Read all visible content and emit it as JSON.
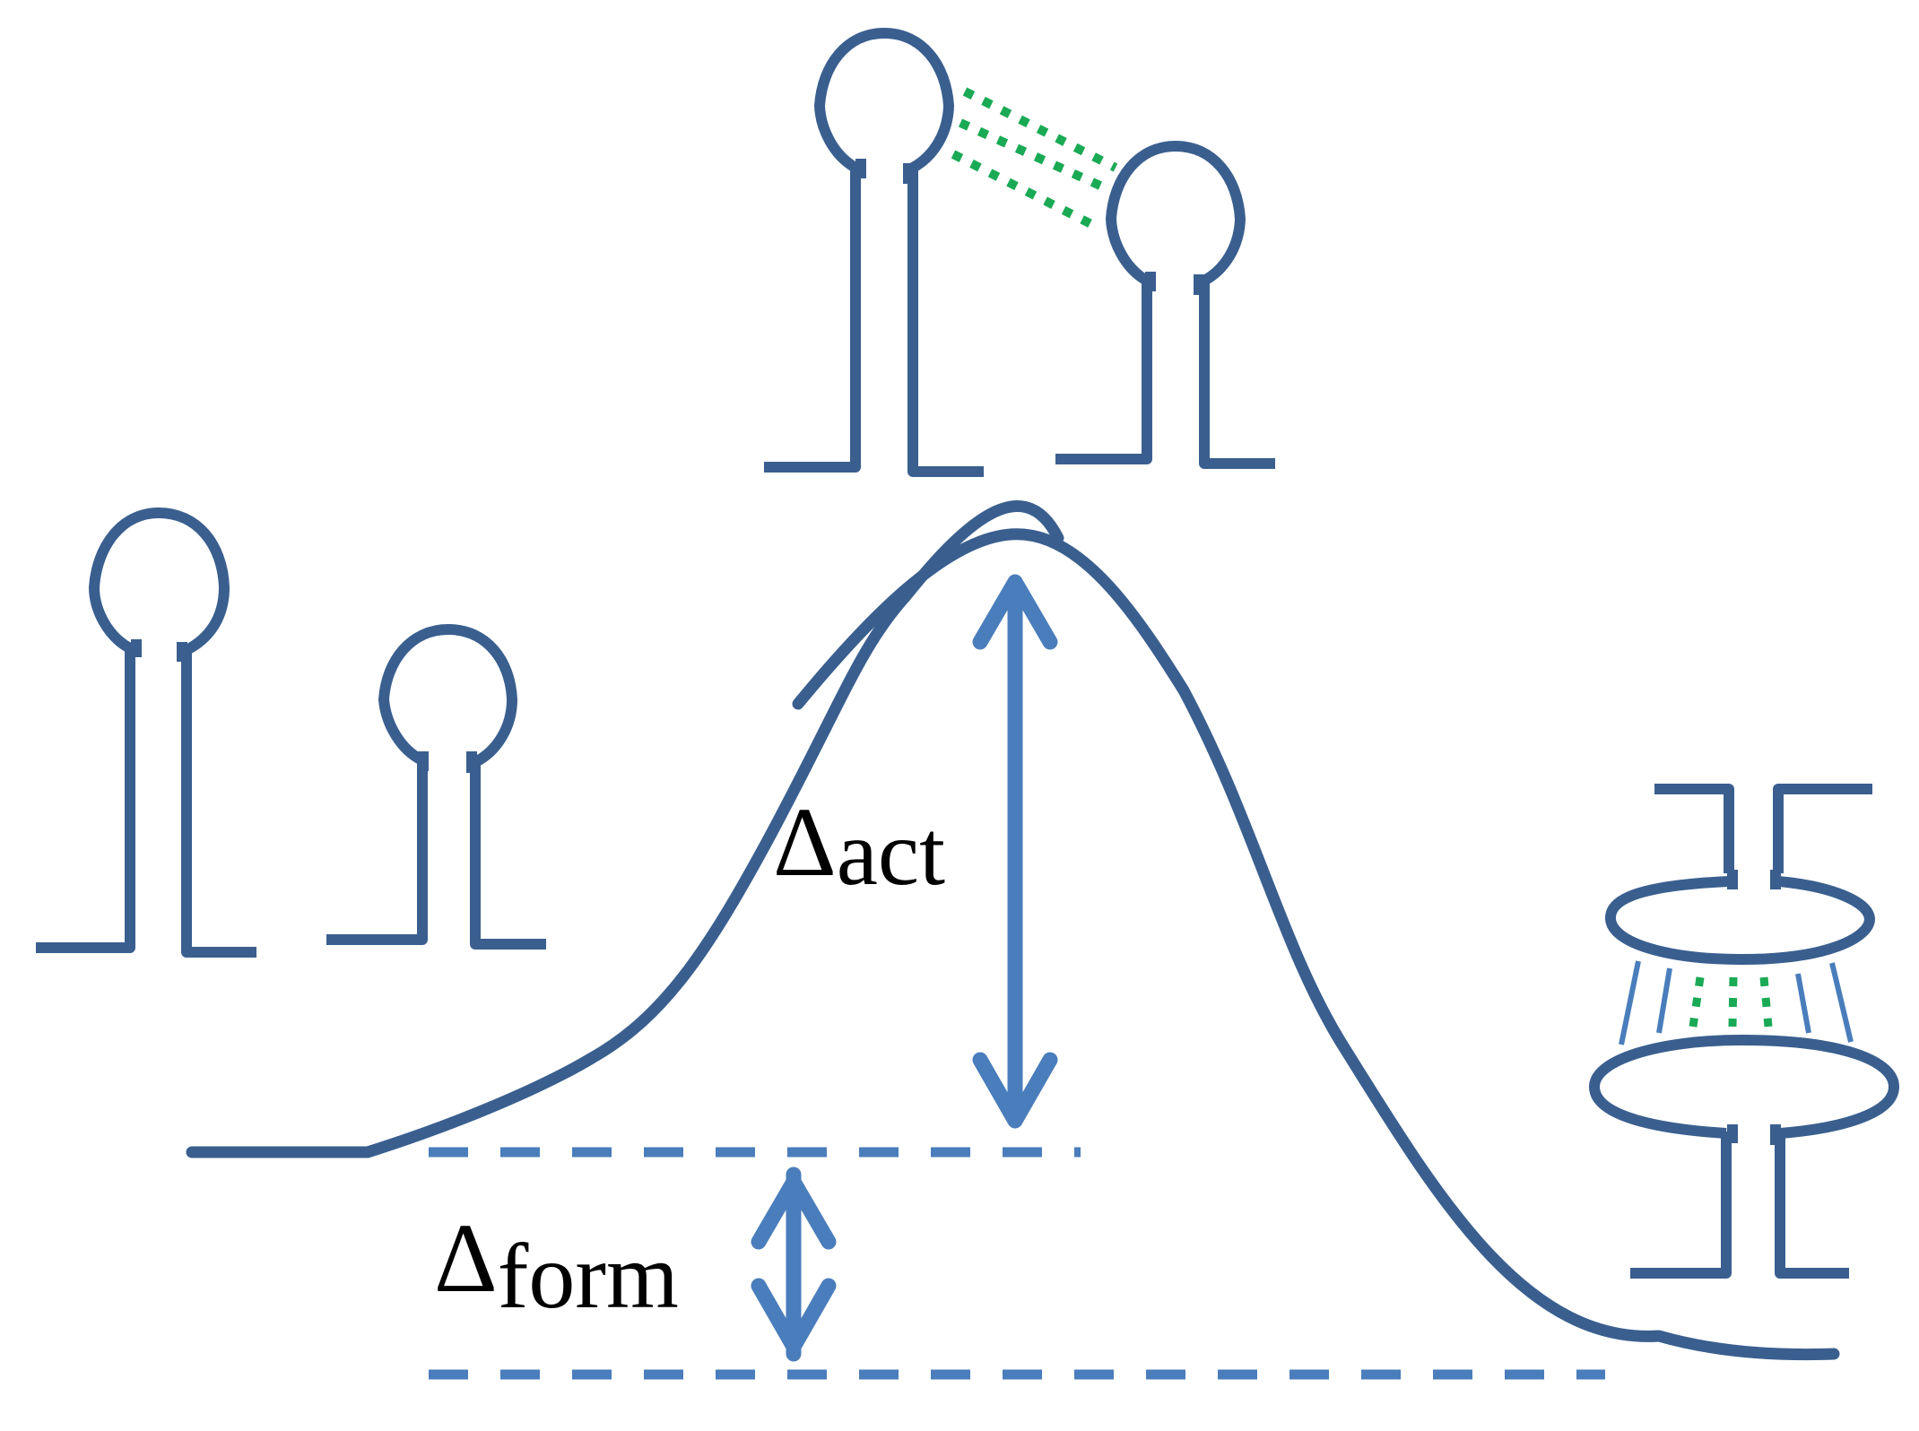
{
  "labels": {
    "activation_symbol": "Δ",
    "activation_subscript": "act",
    "formation_symbol": "Δ",
    "formation_subscript": "form"
  },
  "colors": {
    "strand": "#3a5f8f",
    "arrow": "#4a7dbb",
    "dashed_line": "#4a7dbb",
    "hydrogen_bond": "#1aaa55",
    "text": "#000000"
  },
  "icons": {
    "left_state": "two-separate-hairpins-icon",
    "transition_state": "kissing-loop-hairpins-icon",
    "right_state": "kissing-complex-icon"
  }
}
